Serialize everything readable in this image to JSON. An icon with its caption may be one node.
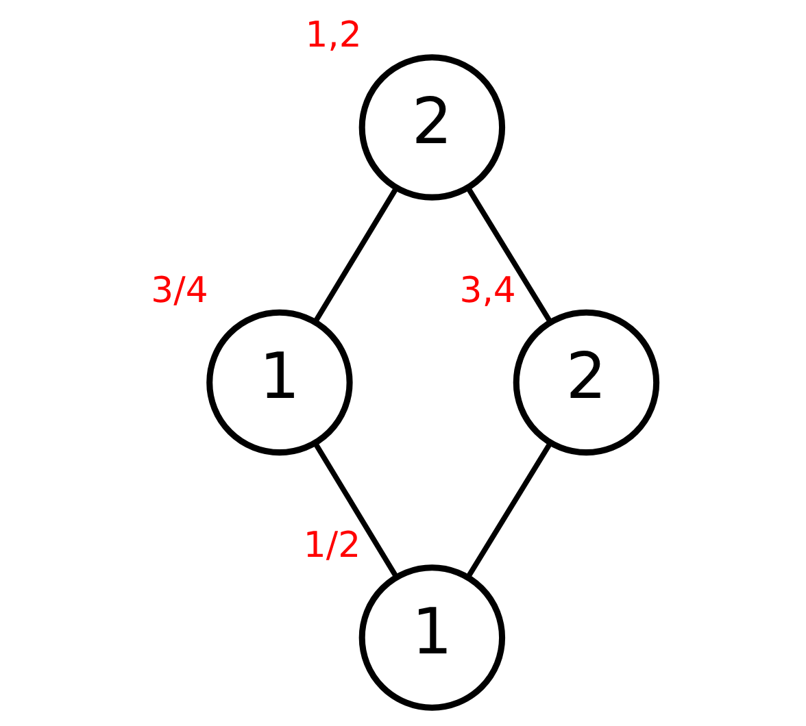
{
  "diagram": {
    "nodes": [
      {
        "text": [
          "2"
        ],
        "beside": [
          "1,2"
        ]
      },
      {
        "text": [
          "1"
        ],
        "beside": [
          "3/4"
        ]
      },
      {
        "text": [
          "2"
        ],
        "beside": [
          "3,4"
        ]
      },
      {
        "text": [
          "1"
        ],
        "beside": [
          "1/2"
        ]
      }
    ],
    "edges": [
      {
        "from": 0,
        "to": 1,
        "arrow": "none"
      },
      {
        "from": 0,
        "to": 2,
        "arrow": "none"
      },
      {
        "from": 1,
        "to": 3,
        "arrow": "none"
      },
      {
        "from": 2,
        "to": 3,
        "arrow": "none"
      }
    ]
  }
}
